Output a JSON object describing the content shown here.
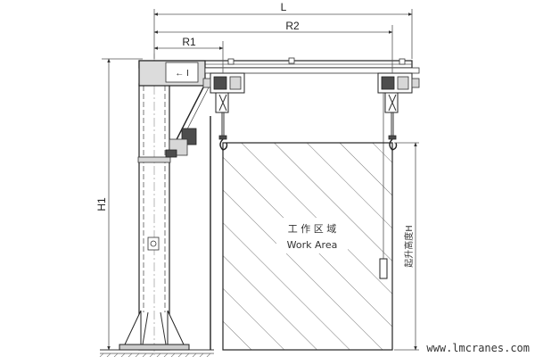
{
  "dimensions": {
    "L": "L",
    "R1": "R1",
    "R2": "R2",
    "H1": "H1",
    "lift_height": "起升高度H"
  },
  "control_box_label": "← I",
  "work_area": {
    "cn": "工 作 区 域",
    "en": "Work Area"
  },
  "watermark": "www.lmcranes.com"
}
